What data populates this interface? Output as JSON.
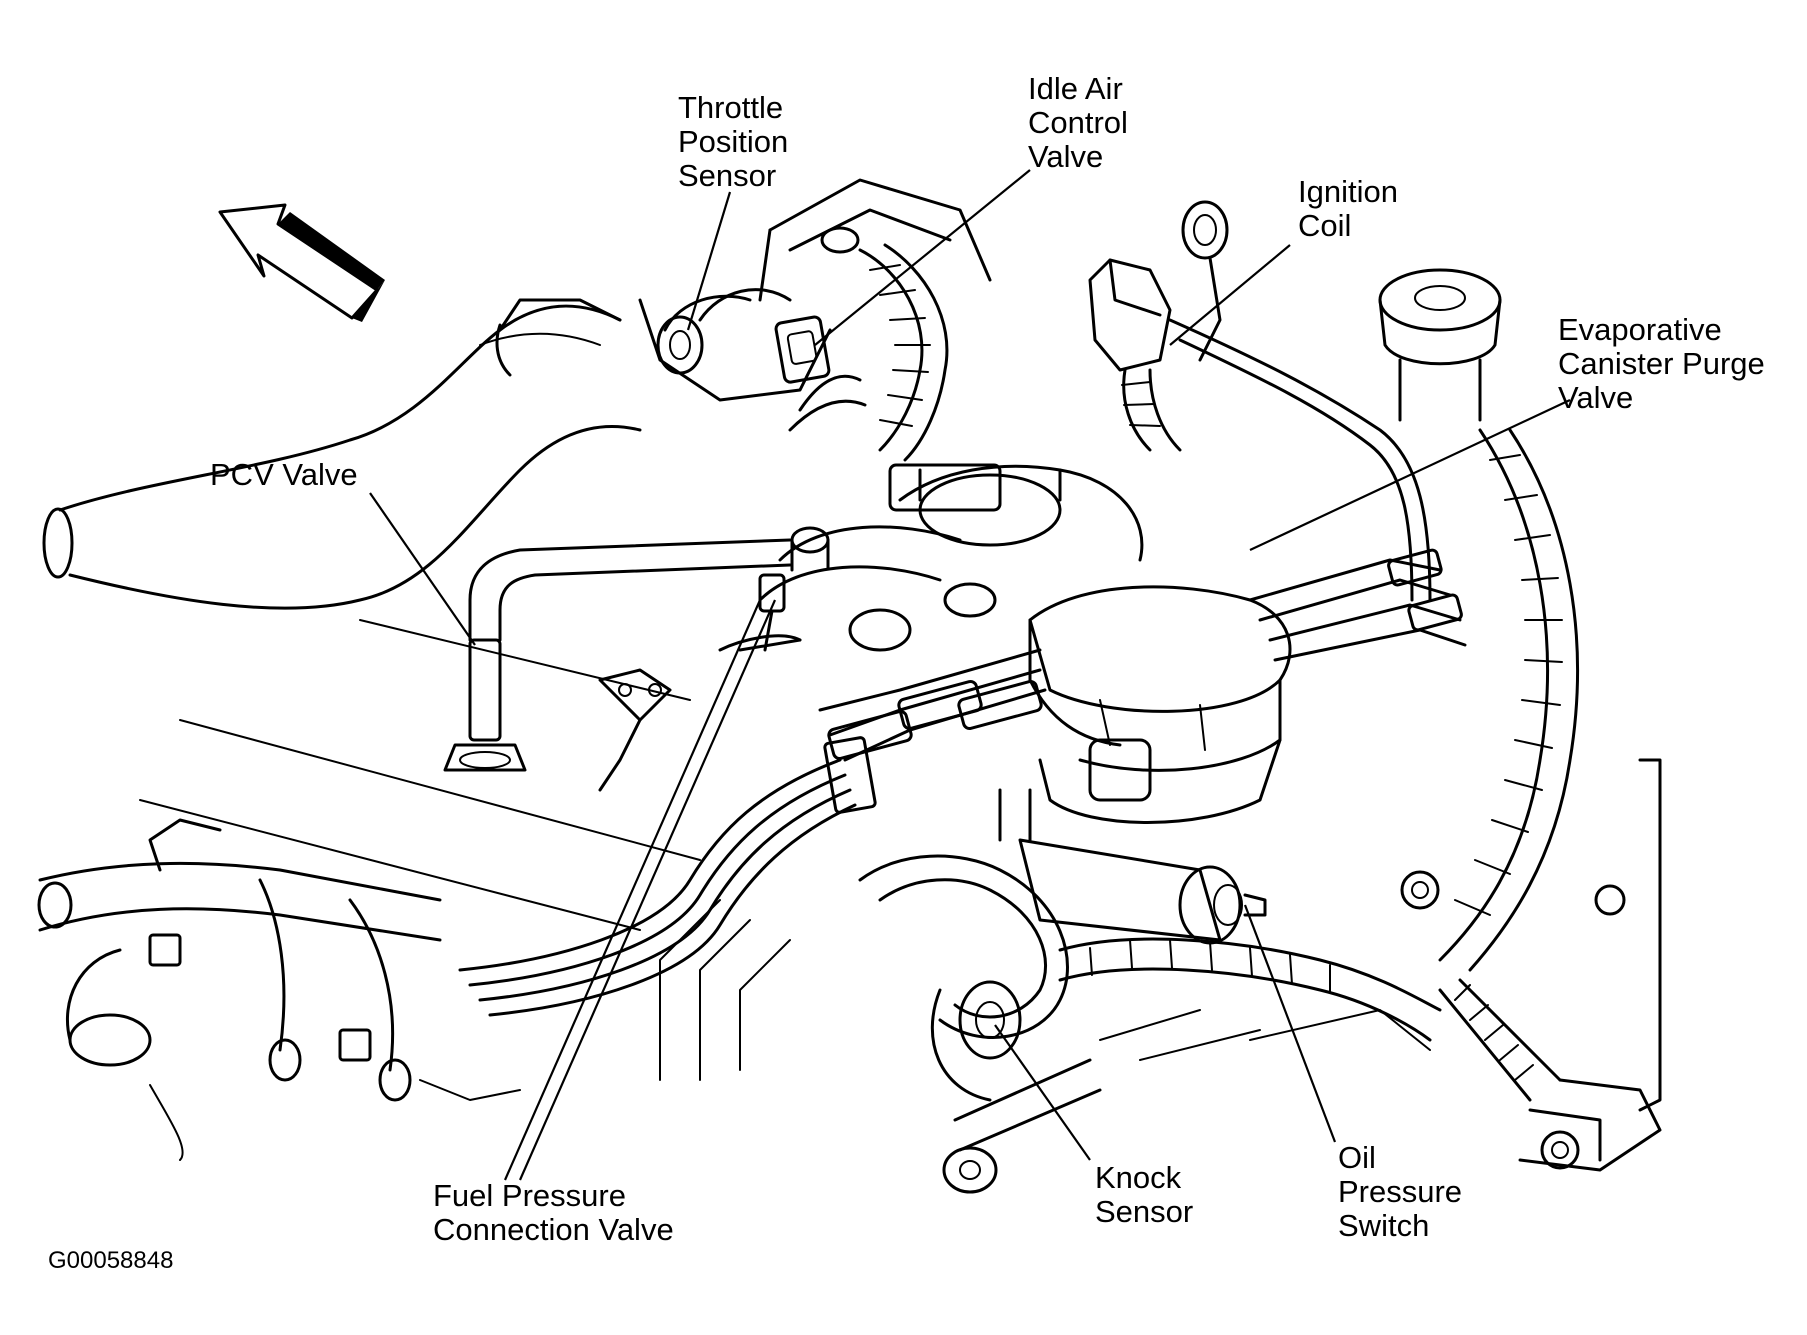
{
  "labels": {
    "throttle_position_sensor": [
      "Throttle",
      "Position",
      "Sensor"
    ],
    "idle_air_control_valve": [
      "Idle Air",
      "Control",
      "Valve"
    ],
    "ignition_coil": [
      "Ignition",
      "Coil"
    ],
    "evaporative_canister_purge_valve": [
      "Evaporative",
      "Canister Purge",
      "Valve"
    ],
    "pcv_valve": [
      "PCV Valve"
    ],
    "fuel_pressure_connection_valve": [
      "Fuel Pressure",
      "Connection Valve"
    ],
    "knock_sensor": [
      "Knock",
      "Sensor"
    ],
    "oil_pressure_switch": [
      "Oil",
      "Pressure",
      "Switch"
    ]
  },
  "figure_code": "G00058848",
  "direction_arrow_icon": "front-direction-arrow-icon"
}
